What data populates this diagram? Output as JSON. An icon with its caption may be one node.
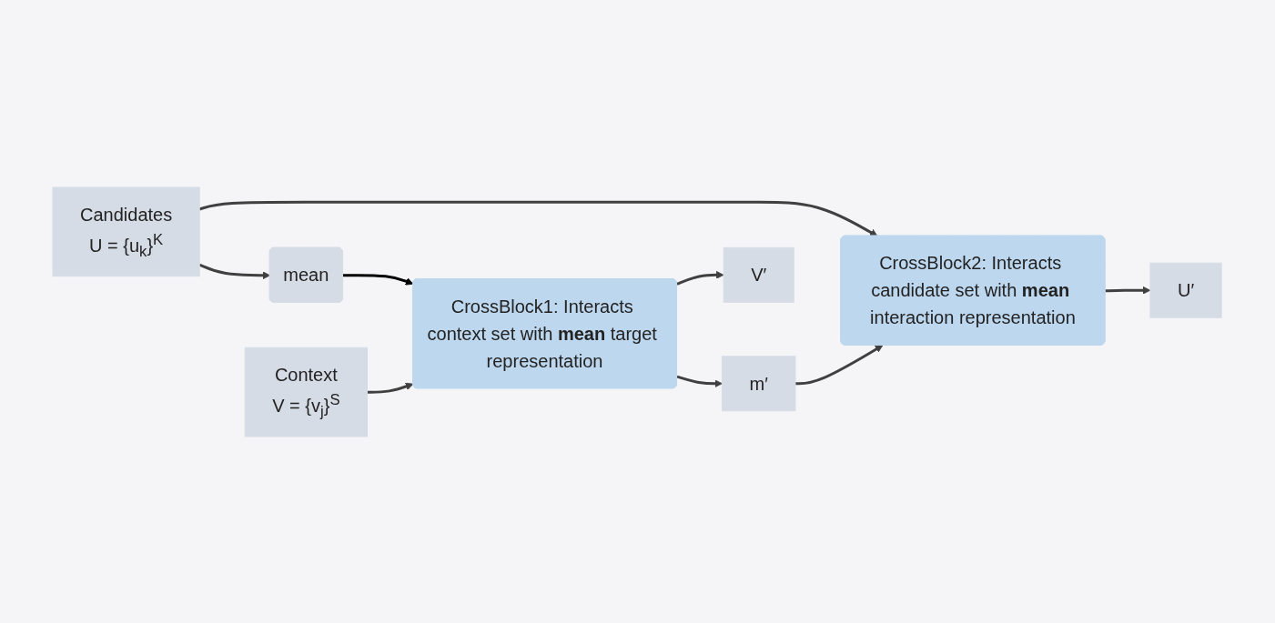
{
  "diagram": {
    "nodes": [
      {
        "text": [
          "Candidates",
          "U = {u$_{k}$}$^{K}$"
        ]
      },
      {
        "text": [
          "CrossBlock2: Interacts candidate set with **mean** interaction representation"
        ]
      },
      {
        "text": [
          "U′"
        ]
      },
      {
        "text": [
          "mean"
        ]
      },
      {
        "text": [
          "CrossBlock1: Interacts context set with **mean** target representation"
        ]
      },
      {
        "text": [
          "m′"
        ]
      },
      {
        "text": [
          "Context",
          "V = {v$_{j}$}$^{S}$"
        ]
      },
      {
        "text": [
          "V′"
        ]
      }
    ],
    "edges": [
      {
        "from": 0,
        "to": 1,
        "arrow": "to"
      },
      {
        "from": 0,
        "to": 3,
        "arrow": "to"
      },
      {
        "from": 3,
        "to": 4,
        "arrow": "to",
        "color": "#000000"
      },
      {
        "from": 6,
        "to": 4,
        "arrow": "to"
      },
      {
        "from": 4,
        "to": 5,
        "arrow": "to"
      },
      {
        "from": 5,
        "to": 1,
        "arrow": "to"
      },
      {
        "from": 1,
        "to": 2,
        "arrow": "to"
      },
      {
        "from": 4,
        "to": 7,
        "arrow": "to"
      }
    ]
  }
}
